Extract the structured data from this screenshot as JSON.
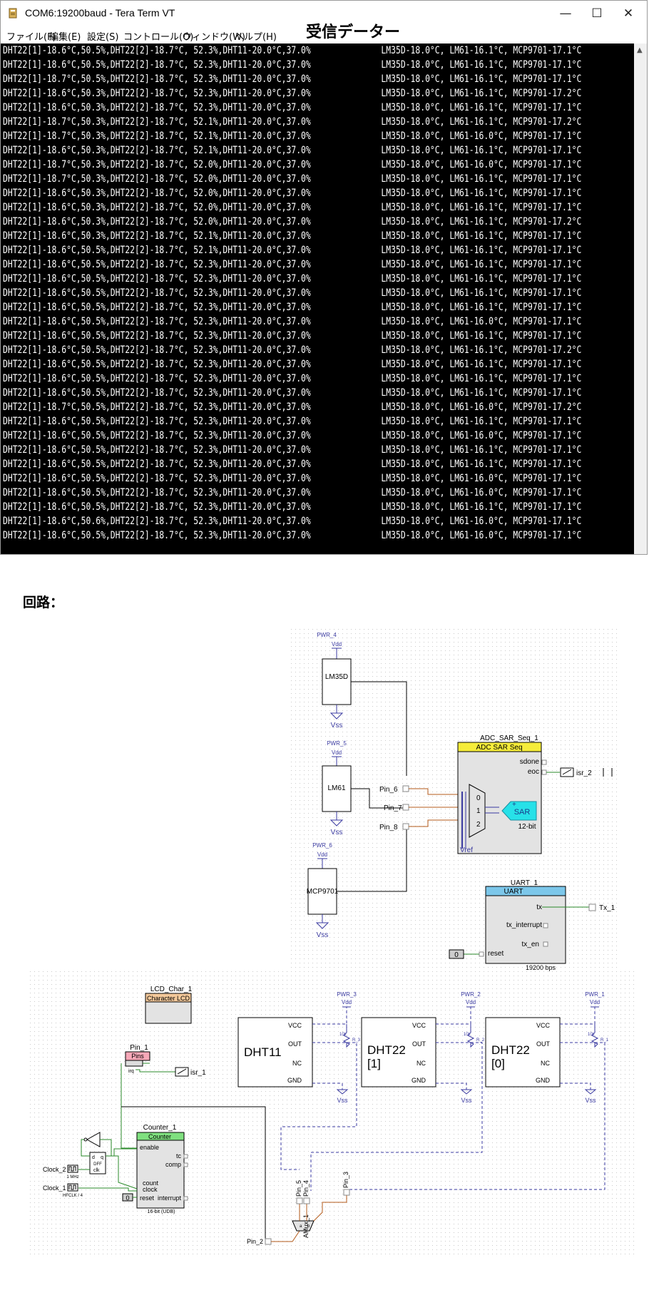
{
  "window": {
    "title": "COM6:19200baud - Tera Term VT",
    "menu": [
      "ファイル(F)",
      "編集(E)",
      "設定(S)",
      "コントロール(O)",
      "ウィンドウ(W)",
      "ヘルプ(H)"
    ],
    "minimize": "—",
    "maximize": "☐",
    "close": "✕"
  },
  "received_heading": "受信データー",
  "terminal_lines": [
    [
      "DHT22[1]-18.6°C,50.5%,DHT22[2]-18.7°C, 52.3%,DHT11-20.0°C,37.0%",
      "LM35D-18.0°C, LM61-16.1°C, MCP9701-17.1°C"
    ],
    [
      "DHT22[1]-18.6°C,50.5%,DHT22[2]-18.7°C, 52.3%,DHT11-20.0°C,37.0%",
      "LM35D-18.0°C, LM61-16.1°C, MCP9701-17.1°C"
    ],
    [
      "DHT22[1]-18.7°C,50.5%,DHT22[2]-18.7°C, 52.3%,DHT11-20.0°C,37.0%",
      "LM35D-18.0°C, LM61-16.1°C, MCP9701-17.1°C"
    ],
    [
      "DHT22[1]-18.6°C,50.3%,DHT22[2]-18.7°C, 52.3%,DHT11-20.0°C,37.0%",
      "LM35D-18.0°C, LM61-16.1°C, MCP9701-17.2°C"
    ],
    [
      "DHT22[1]-18.6°C,50.3%,DHT22[2]-18.7°C, 52.3%,DHT11-20.0°C,37.0%",
      "LM35D-18.0°C, LM61-16.1°C, MCP9701-17.1°C"
    ],
    [
      "DHT22[1]-18.7°C,50.3%,DHT22[2]-18.7°C, 52.1%,DHT11-20.0°C,37.0%",
      "LM35D-18.0°C, LM61-16.1°C, MCP9701-17.2°C"
    ],
    [
      "DHT22[1]-18.7°C,50.3%,DHT22[2]-18.7°C, 52.1%,DHT11-20.0°C,37.0%",
      "LM35D-18.0°C, LM61-16.0°C, MCP9701-17.1°C"
    ],
    [
      "DHT22[1]-18.6°C,50.3%,DHT22[2]-18.7°C, 52.1%,DHT11-20.0°C,37.0%",
      "LM35D-18.0°C, LM61-16.1°C, MCP9701-17.1°C"
    ],
    [
      "DHT22[1]-18.7°C,50.3%,DHT22[2]-18.7°C, 52.0%,DHT11-20.0°C,37.0%",
      "LM35D-18.0°C, LM61-16.0°C, MCP9701-17.1°C"
    ],
    [
      "DHT22[1]-18.7°C,50.3%,DHT22[2]-18.7°C, 52.0%,DHT11-20.0°C,37.0%",
      "LM35D-18.0°C, LM61-16.1°C, MCP9701-17.1°C"
    ],
    [
      "DHT22[1]-18.6°C,50.3%,DHT22[2]-18.7°C, 52.0%,DHT11-20.0°C,37.0%",
      "LM35D-18.0°C, LM61-16.1°C, MCP9701-17.1°C"
    ],
    [
      "DHT22[1]-18.6°C,50.3%,DHT22[2]-18.7°C, 52.0%,DHT11-20.0°C,37.0%",
      "LM35D-18.0°C, LM61-16.1°C, MCP9701-17.1°C"
    ],
    [
      "DHT22[1]-18.6°C,50.3%,DHT22[2]-18.7°C, 52.0%,DHT11-20.0°C,37.0%",
      "LM35D-18.0°C, LM61-16.1°C, MCP9701-17.2°C"
    ],
    [
      "DHT22[1]-18.6°C,50.3%,DHT22[2]-18.7°C, 52.1%,DHT11-20.0°C,37.0%",
      "LM35D-18.0°C, LM61-16.1°C, MCP9701-17.1°C"
    ],
    [
      "DHT22[1]-18.6°C,50.5%,DHT22[2]-18.7°C, 52.1%,DHT11-20.0°C,37.0%",
      "LM35D-18.0°C, LM61-16.1°C, MCP9701-17.1°C"
    ],
    [
      "DHT22[1]-18.6°C,50.5%,DHT22[2]-18.7°C, 52.3%,DHT11-20.0°C,37.0%",
      "LM35D-18.0°C, LM61-16.1°C, MCP9701-17.1°C"
    ],
    [
      "DHT22[1]-18.6°C,50.5%,DHT22[2]-18.7°C, 52.3%,DHT11-20.0°C,37.0%",
      "LM35D-18.0°C, LM61-16.1°C, MCP9701-17.1°C"
    ],
    [
      "DHT22[1]-18.6°C,50.5%,DHT22[2]-18.7°C, 52.3%,DHT11-20.0°C,37.0%",
      "LM35D-18.0°C, LM61-16.1°C, MCP9701-17.1°C"
    ],
    [
      "DHT22[1]-18.6°C,50.5%,DHT22[2]-18.7°C, 52.3%,DHT11-20.0°C,37.0%",
      "LM35D-18.0°C, LM61-16.1°C, MCP9701-17.1°C"
    ],
    [
      "DHT22[1]-18.6°C,50.5%,DHT22[2]-18.7°C, 52.3%,DHT11-20.0°C,37.0%",
      "LM35D-18.0°C, LM61-16.0°C, MCP9701-17.1°C"
    ],
    [
      "DHT22[1]-18.6°C,50.5%,DHT22[2]-18.7°C, 52.3%,DHT11-20.0°C,37.0%",
      "LM35D-18.0°C, LM61-16.1°C, MCP9701-17.1°C"
    ],
    [
      "DHT22[1]-18.6°C,50.5%,DHT22[2]-18.7°C, 52.3%,DHT11-20.0°C,37.0%",
      "LM35D-18.0°C, LM61-16.1°C, MCP9701-17.2°C"
    ],
    [
      "DHT22[1]-18.6°C,50.5%,DHT22[2]-18.7°C, 52.3%,DHT11-20.0°C,37.0%",
      "LM35D-18.0°C, LM61-16.1°C, MCP9701-17.1°C"
    ],
    [
      "DHT22[1]-18.6°C,50.5%,DHT22[2]-18.7°C, 52.3%,DHT11-20.0°C,37.0%",
      "LM35D-18.0°C, LM61-16.1°C, MCP9701-17.1°C"
    ],
    [
      "DHT22[1]-18.6°C,50.5%,DHT22[2]-18.7°C, 52.3%,DHT11-20.0°C,37.0%",
      "LM35D-18.0°C, LM61-16.1°C, MCP9701-17.1°C"
    ],
    [
      "DHT22[1]-18.7°C,50.5%,DHT22[2]-18.7°C, 52.3%,DHT11-20.0°C,37.0%",
      "LM35D-18.0°C, LM61-16.0°C, MCP9701-17.2°C"
    ],
    [
      "DHT22[1]-18.6°C,50.5%,DHT22[2]-18.7°C, 52.3%,DHT11-20.0°C,37.0%",
      "LM35D-18.0°C, LM61-16.1°C, MCP9701-17.1°C"
    ],
    [
      "DHT22[1]-18.6°C,50.5%,DHT22[2]-18.7°C, 52.3%,DHT11-20.0°C,37.0%",
      "LM35D-18.0°C, LM61-16.0°C, MCP9701-17.1°C"
    ],
    [
      "DHT22[1]-18.6°C,50.5%,DHT22[2]-18.7°C, 52.3%,DHT11-20.0°C,37.0%",
      "LM35D-18.0°C, LM61-16.1°C, MCP9701-17.1°C"
    ],
    [
      "DHT22[1]-18.6°C,50.5%,DHT22[2]-18.7°C, 52.3%,DHT11-20.0°C,37.0%",
      "LM35D-18.0°C, LM61-16.1°C, MCP9701-17.1°C"
    ],
    [
      "DHT22[1]-18.6°C,50.5%,DHT22[2]-18.7°C, 52.3%,DHT11-20.0°C,37.0%",
      "LM35D-18.0°C, LM61-16.0°C, MCP9701-17.1°C"
    ],
    [
      "DHT22[1]-18.6°C,50.5%,DHT22[2]-18.7°C, 52.3%,DHT11-20.0°C,37.0%",
      "LM35D-18.0°C, LM61-16.0°C, MCP9701-17.1°C"
    ],
    [
      "DHT22[1]-18.6°C,50.5%,DHT22[2]-18.7°C, 52.3%,DHT11-20.0°C,37.0%",
      "LM35D-18.0°C, LM61-16.1°C, MCP9701-17.1°C"
    ],
    [
      "DHT22[1]-18.6°C,50.6%,DHT22[2]-18.7°C, 52.3%,DHT11-20.0°C,37.0%",
      "LM35D-18.0°C, LM61-16.0°C, MCP9701-17.1°C"
    ],
    [
      "DHT22[1]-18.6°C,50.5%,DHT22[2]-18.7°C, 52.3%,DHT11-20.0°C,37.0%",
      "LM35D-18.0°C, LM61-16.0°C, MCP9701-17.1°C"
    ]
  ],
  "circuit_heading": "回路：",
  "circuit": {
    "pwr4": "PWR_4",
    "pwr5": "PWR_5",
    "pwr6": "PWR_6",
    "vdd": "Vdd",
    "vss": "Vss",
    "lm35d": "LM35D",
    "lm61": "LM61",
    "mcp9701": "MCP9701",
    "pin6": "Pin_6",
    "pin7": "Pin_7",
    "pin8": "Pin_8",
    "adc_name": "ADC_SAR_Seq_1",
    "adc_header": "ADC SAR Seq",
    "adc_sdone": "sdone",
    "adc_eoc": "eoc",
    "adc_vref": "Vref",
    "adc_sar": "SAR",
    "adc_bits": "12-bit",
    "adc_ch0": "0",
    "adc_ch1": "1",
    "adc_ch2": "2",
    "isr2": "isr_2",
    "uart_name": "UART_1",
    "uart_header": "UART",
    "uart_tx": "tx",
    "uart_tx_interrupt": "tx_interrupt",
    "uart_tx_en": "tx_en",
    "uart_reset": "reset",
    "uart_baud": "19200 bps",
    "uart_zero": "0",
    "tx1": "Tx_1",
    "lcd_name": "LCD_Char_1",
    "lcd_header": "Character LCD",
    "pin1_name": "Pin_1",
    "pin1_header": "Pins",
    "pin1_irq": "irq",
    "isr1": "isr_1",
    "dht11": "DHT11",
    "dht22_1a": "DHT22",
    "dht22_1b": "[1]",
    "dht22_0a": "DHT22",
    "dht22_0b": "[0]",
    "vcc": "VCC",
    "out": "OUT",
    "nc": "NC",
    "gnd": "GND",
    "pwr3": "PWR_3",
    "pwr2": "PWR_2",
    "pwr1": "PWR_1",
    "r3": "R_3",
    "r2": "R_2",
    "r1": "R_1",
    "r_val": "10k",
    "counter_name": "Counter_1",
    "counter_header": "Counter",
    "counter_enable": "enable",
    "counter_tc": "tc",
    "counter_comp": "comp",
    "counter_count": "count",
    "counter_clock": "clock",
    "counter_reset": "reset",
    "counter_interrupt": "interrupt",
    "counter_type": "16-bit (UDB)",
    "counter_zero": "0",
    "dff_d": "d",
    "dff_q": "q",
    "dff_label": "DFF",
    "dff_clk": "clk",
    "clock2": "Clock_2",
    "clock2_freq": "1 MHz",
    "clock1": "Clock_1",
    "clock1_freq": "HFCLK / 4",
    "pin5": "Pin_5",
    "pin4": "Pin_4",
    "pin3": "Pin_3",
    "amux": "AMux_1",
    "pin2": "Pin_2",
    "mux_a": "a",
    "mux_b": "b"
  }
}
